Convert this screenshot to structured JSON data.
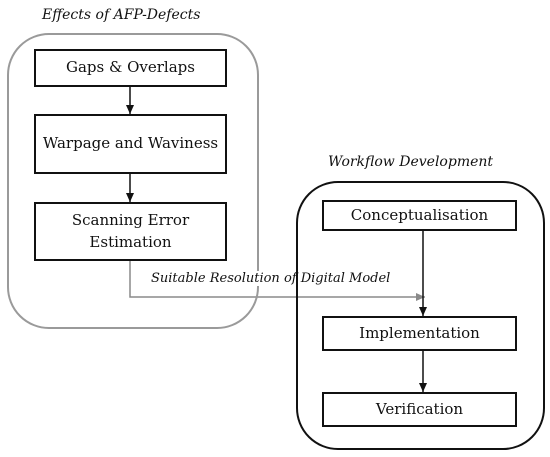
{
  "groups": {
    "left": {
      "title": "Effects of AFP-Defects",
      "steps": [
        "Gaps & Overlaps",
        "Warpage and Waviness",
        "Scanning Error Estimation"
      ]
    },
    "right": {
      "title": "Workflow Development",
      "steps": [
        "Conceptualisation",
        "Implementation",
        "Verification"
      ]
    }
  },
  "link": {
    "label": "Suitable Resolution of Digital Model"
  },
  "colors": {
    "box_border": "#111111",
    "left_frame": "#9a9a9a",
    "right_frame": "#111111",
    "link_line": "#8a8a8a",
    "arrow": "#111111"
  }
}
